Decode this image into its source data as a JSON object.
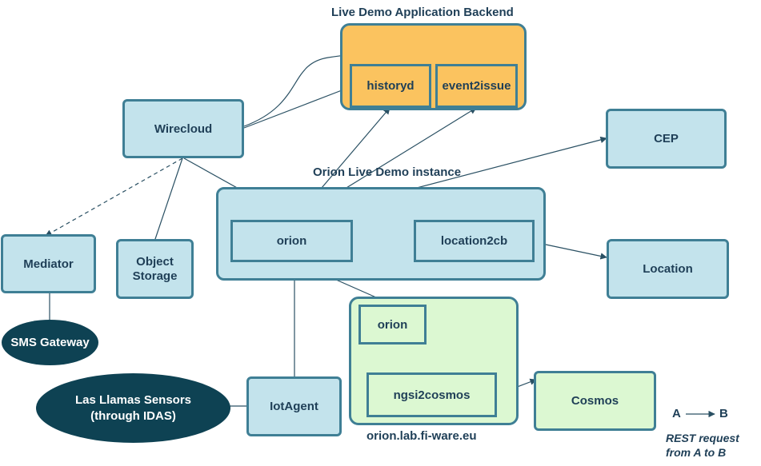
{
  "groups": {
    "backend_title": "Live Demo Application  Backend",
    "orion_instance_title": "Orion Live Demo instance",
    "lab_title": "orion.lab.fi-ware.eu"
  },
  "nodes": {
    "historyd": "historyd",
    "event2issue": "event2issue",
    "wirecloud": "Wirecloud",
    "cep": "CEP",
    "orion_main": "orion",
    "location2cb": "location2cb",
    "location": "Location",
    "mediator": "Mediator",
    "object_storage_line1": "Object",
    "object_storage_line2": "Storage",
    "sms_gateway": "SMS Gateway",
    "sensors_line1": "Las Llamas Sensors",
    "sensors_line2": "(through IDAS)",
    "iotagent": "IotAgent",
    "orion_lab": "orion",
    "ngsi2cosmos": "ngsi2cosmos",
    "cosmos": "Cosmos"
  },
  "legend": {
    "a": "A",
    "b": "B",
    "note_line1": "REST request",
    "note_line2": "from A to B"
  },
  "colors": {
    "box_fill": "#c3e3ec",
    "box_border": "#3f7f95",
    "backend_fill": "#fbc35f",
    "lab_fill": "#dcf8d2",
    "ellipse_fill": "#0e4253",
    "line": "#2a5063"
  }
}
